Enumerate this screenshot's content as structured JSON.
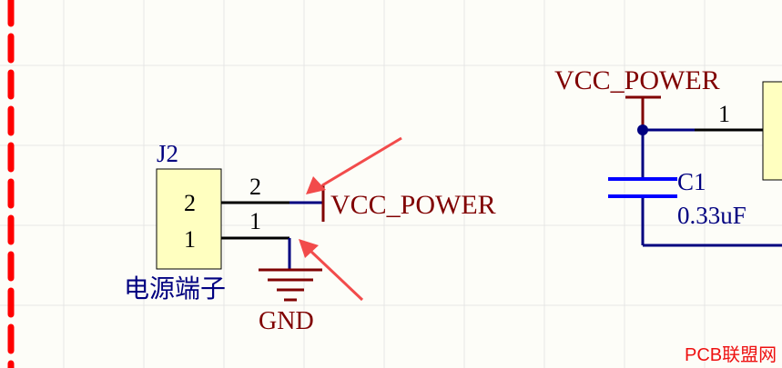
{
  "connector": {
    "designator": "J2",
    "description": "电源端子",
    "pin2_number": "2",
    "pin1_number": "1",
    "pin2_wire_label": "2",
    "pin1_wire_label": "1"
  },
  "nets": {
    "power_label_left": "VCC_POWER",
    "ground_label": "GND",
    "power_label_right": "VCC_POWER"
  },
  "capacitor": {
    "designator": "C1",
    "value": "0.33uF"
  },
  "ic": {
    "pin_number": "1"
  },
  "watermark": "PCB联盟网",
  "colors": {
    "wire": "#000080",
    "net": "#800000",
    "component_fill": "#ffffc0",
    "grid": "#e6e6e6",
    "arrow": "#f24b4b",
    "border": "#ff0000",
    "watermark": "#ee1111"
  }
}
